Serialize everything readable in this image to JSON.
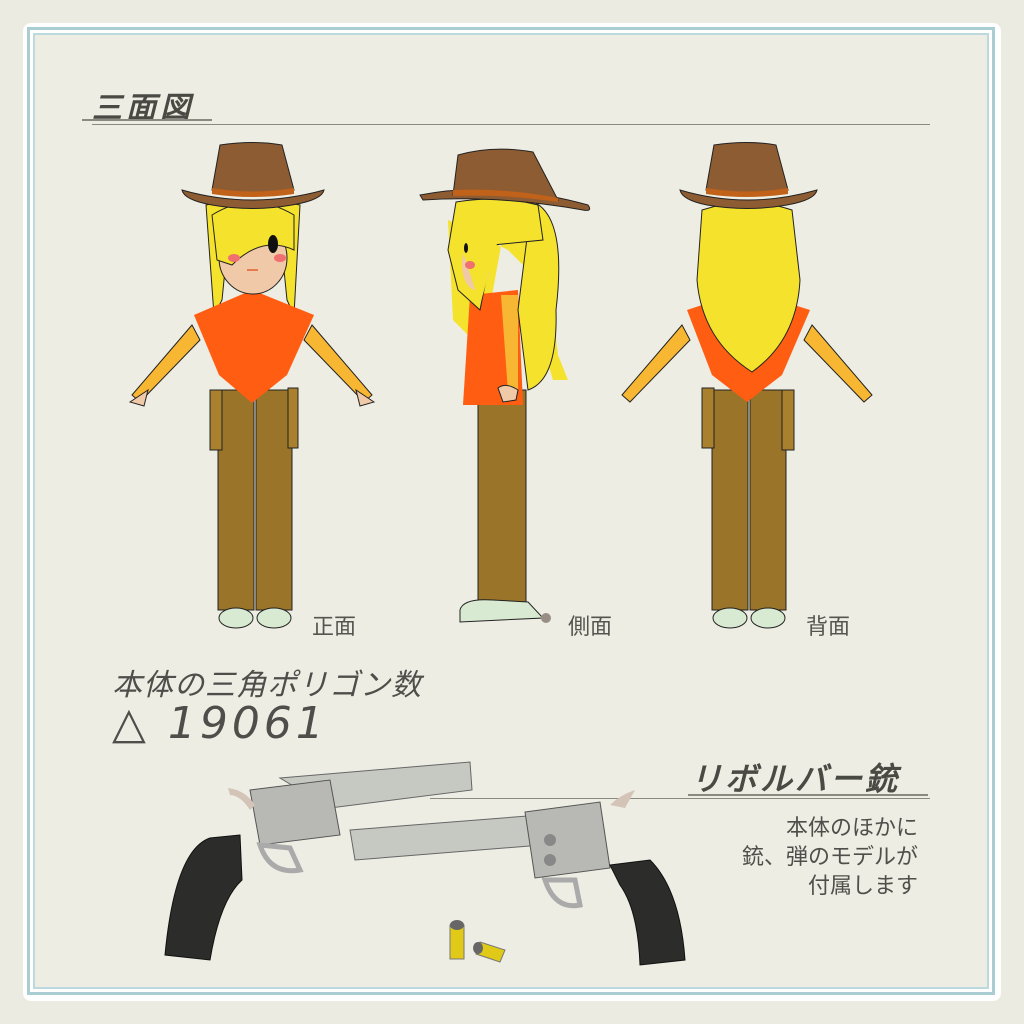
{
  "sheet": {
    "section_title": "三面図",
    "views": [
      {
        "id": "front",
        "label": "正面"
      },
      {
        "id": "side",
        "label": "側面"
      },
      {
        "id": "back",
        "label": "背面"
      }
    ]
  },
  "polygon_count": {
    "label": "本体の三角ポリゴン数",
    "value": "△ 19061"
  },
  "revolver": {
    "title": "リボルバー銃",
    "description_lines": [
      "本体のほかに",
      "銃、弾のモデルが",
      "付属します"
    ]
  },
  "colors": {
    "background": "#eeede4",
    "frame": "#a9cdd3",
    "hat": "#8e5c32",
    "hair": "#f4e22c",
    "poncho": "#ff5e12",
    "sleeve": "#f8b732",
    "pants": "#9a7428",
    "boots": "#d8ebd2",
    "gun_metal": "#c6c8c2",
    "grip": "#2c2c2a",
    "bullet": "#e1c918"
  }
}
